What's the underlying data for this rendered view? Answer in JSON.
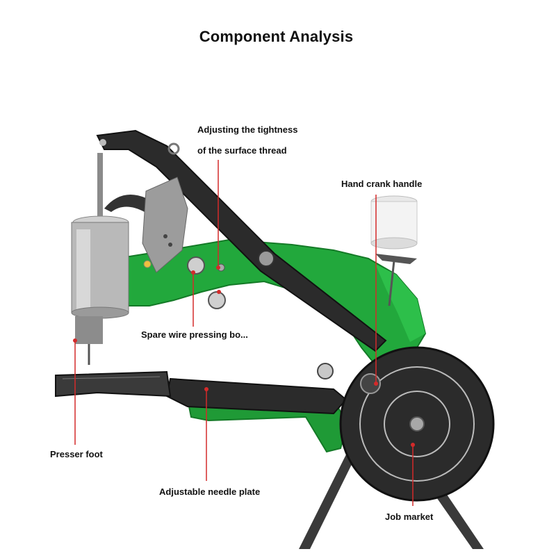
{
  "title": "Component Analysis",
  "colors": {
    "accent_line": "#d42a2a",
    "machine_green": "#22a83c",
    "metal_dark": "#2b2b2b",
    "steel": "#b9b9b9"
  },
  "callouts": {
    "thread_tension_line1": "Adjusting the tightness",
    "thread_tension_line2": "of the surface thread",
    "hand_crank": "Hand crank handle",
    "spare_wire": "Spare wire pressing bo...",
    "presser_foot": "Presser foot",
    "needle_plate": "Adjustable needle plate",
    "job_market": "Job market"
  }
}
